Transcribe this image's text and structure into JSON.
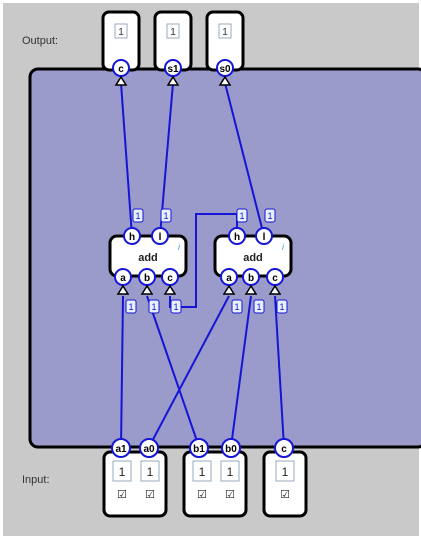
{
  "labels": {
    "output": "Output:",
    "input": "Input:"
  },
  "outputs": [
    {
      "name": "c",
      "value": "1"
    },
    {
      "name": "s1",
      "value": "1"
    },
    {
      "name": "s0",
      "value": "1"
    }
  ],
  "gates": [
    {
      "title": "add",
      "info": "i",
      "outputs": [
        "h",
        "l"
      ],
      "inputs": [
        "a",
        "b",
        "c"
      ],
      "out_values": [
        "1",
        "1"
      ],
      "in_values": [
        "1",
        "1",
        "1"
      ]
    },
    {
      "title": "add",
      "info": "i",
      "outputs": [
        "h",
        "l"
      ],
      "inputs": [
        "a",
        "b",
        "c"
      ],
      "out_values": [
        "1",
        "1"
      ],
      "in_values": [
        "1",
        "1",
        "1"
      ]
    }
  ],
  "inputs": [
    {
      "pins": [
        {
          "name": "a1",
          "value": "1"
        },
        {
          "name": "a0",
          "value": "1"
        }
      ]
    },
    {
      "pins": [
        {
          "name": "b1",
          "value": "1"
        },
        {
          "name": "b0",
          "value": "1"
        }
      ]
    },
    {
      "pins": [
        {
          "name": "c",
          "value": "1"
        }
      ]
    }
  ],
  "colors": {
    "background": "#c9c9c9",
    "board": "#9a9acb",
    "wire": "#1515d6",
    "pin_stroke": "#1515d6",
    "box_stroke": "#000000"
  }
}
